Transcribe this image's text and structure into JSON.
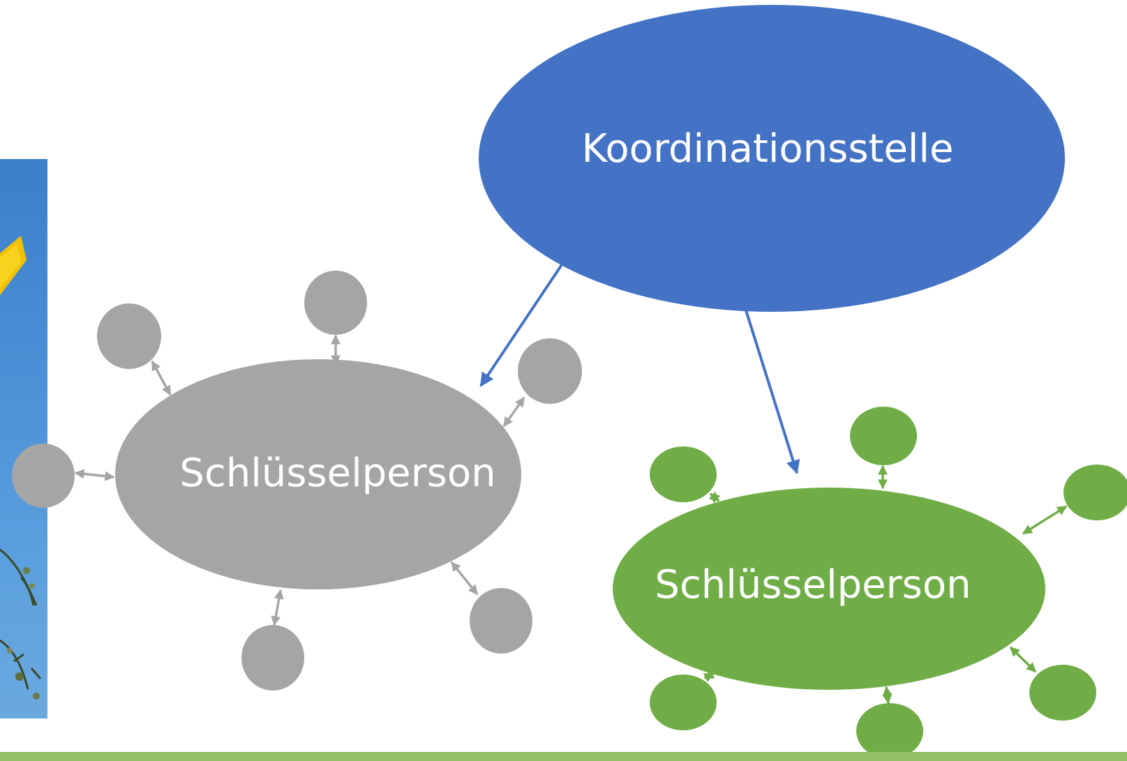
{
  "coordination_center": {
    "label": "Koordinationsstelle",
    "color": "#4472c4"
  },
  "key_persons": [
    {
      "label": "Schlüsselperson",
      "color": "#a5a5a5"
    },
    {
      "label": "Schlüsselperson",
      "color": "#70ad47"
    }
  ],
  "photo_panel": {
    "icon": "yellow-road-sign",
    "background": "#4d90d6"
  },
  "bottom_bar": {
    "color": "#92c064"
  }
}
